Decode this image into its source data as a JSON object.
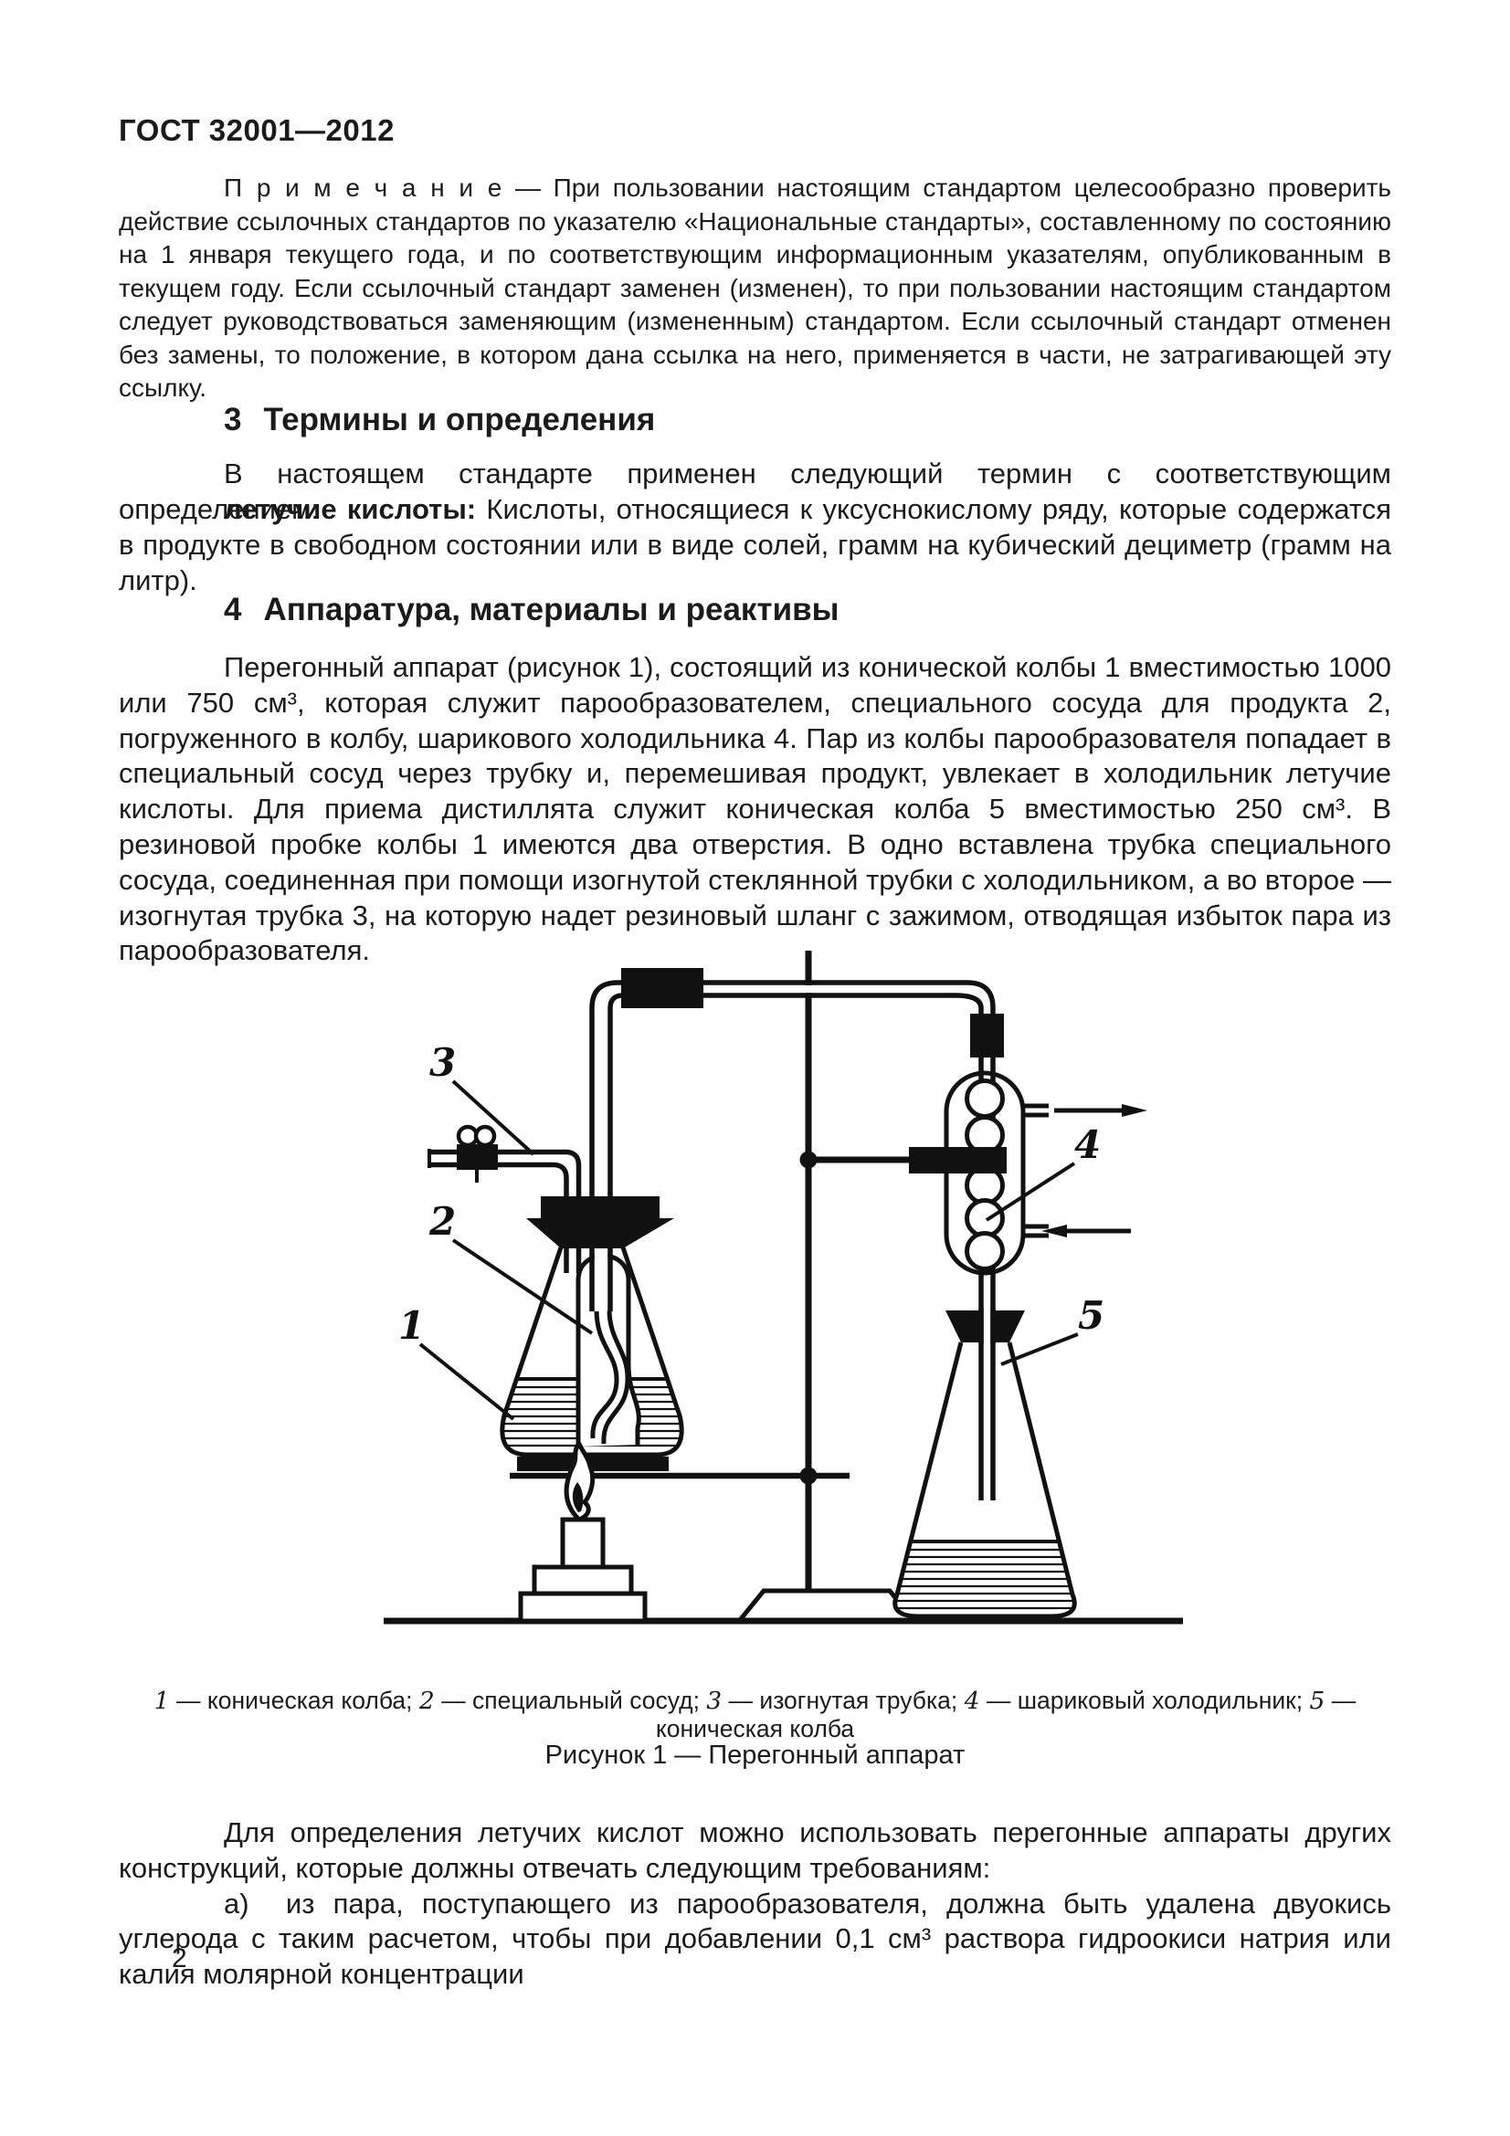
{
  "header": {
    "title": "ГОСТ 32001—2012"
  },
  "note": {
    "lead": "П р и м е ч а н и е",
    "body": "— При пользовании настоящим стандартом целесообразно проверить действие ссылоч­ных стандартов по указателю «Национальные стандарты», составленному по состоянию на 1 января текущего года, и по соответствующим информационным указателям, опубликованным в текущем году. Если ссылочный стандарт заменен (изменен), то при пользовании настоящим стандартом следует руководствоваться заменяющим (изменен­ным) стандартом. Если ссылочный стандарт отменен без замены, то положение, в котором дана ссылка на него, применяется в части, не затрагивающей эту ссылку."
  },
  "section3": {
    "number": "3",
    "title": "Термины и определения",
    "intro": "В настоящем стандарте применен следующий термин с соответствующим определением:",
    "term": "летучие кислоты:",
    "definition": "Кислоты, относящиеся к уксуснокислому ряду, которые содержатся в продукте в свободном состоянии или в виде солей, грамм на кубический дециметр (грамм на литр)."
  },
  "section4": {
    "number": "4",
    "title": "Аппаратура, материалы и реактивы",
    "paragraph": "Перегонный аппарат (рисунок 1), состоящий из конической колбы 1 вместимостью 1000 или 750 см³, которая служит парообразователем, специального сосуда для продукта 2, погруженного в кол­бу, шарикового холодильника 4. Пар из колбы парообразователя попадает в специальный сосуд через трубку и, перемешивая продукт, увлекает в холодильник летучие кислоты. Для приема дистиллята слу­жит коническая колба 5 вместимостью 250 см³. В резиновой пробке колбы 1 имеются два отверстия. В одно вставлена трубка специального сосуда, соединенная при помощи изогнутой стеклянной трубки с холодильником, а во второе — изогнутая трубка 3, на которую надет резиновый шланг с зажимом, отво­дящая избыток пара из парообразователя."
  },
  "figure": {
    "labels": {
      "flask1": "1",
      "vessel": "2",
      "tube": "3",
      "condenser": "4",
      "receiver": "5"
    },
    "legend_join": " — ",
    "legend_sep": "; ",
    "legend": [
      {
        "num": "1",
        "text": "коническая колба"
      },
      {
        "num": "2",
        "text": "специальный сосуд"
      },
      {
        "num": "3",
        "text": "изогнутая трубка"
      },
      {
        "num": "4",
        "text": "шариковый холодильник"
      },
      {
        "num": "5",
        "text": "коническая колба"
      }
    ],
    "caption": "Рисунок 1 — Перегонный аппарат"
  },
  "after_figure": {
    "paragraph": "Для определения летучих кислот можно использовать перегонные аппараты других конструкций, которые должны отвечать следующим требованиям:",
    "item_a": "а)  из пара, поступающего из парообразователя, должна быть удалена двуокись углерода с таким расчетом, чтобы при добавлении 0,1 см³ раствора гидроокиси натрия или калия молярной концентрации"
  },
  "footer": {
    "page_number": "2"
  }
}
